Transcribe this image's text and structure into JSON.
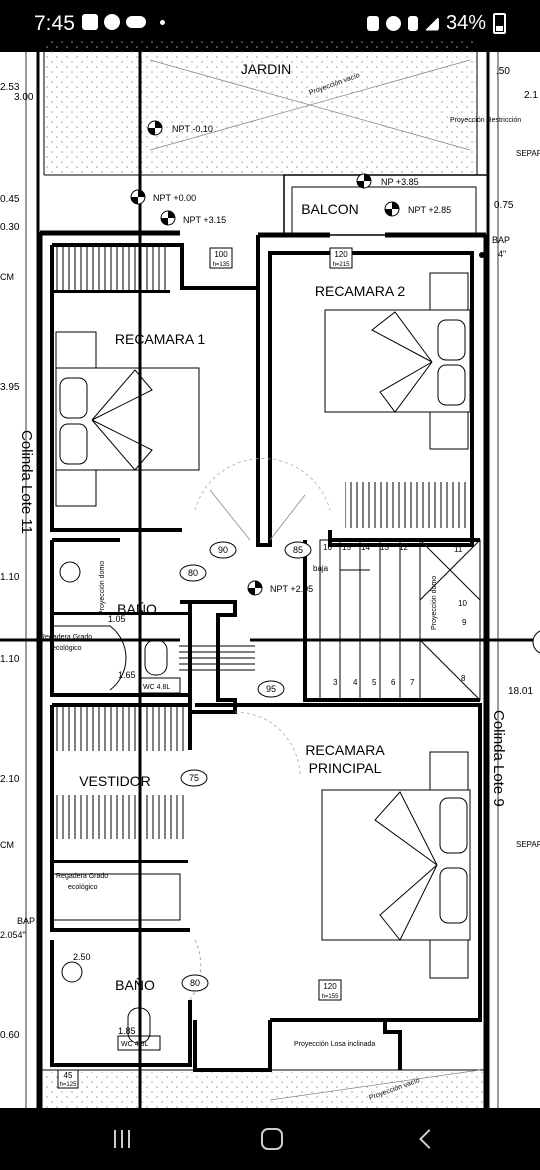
{
  "status": {
    "time": "7:45",
    "battery": "34%"
  },
  "rooms": {
    "jardin": "JARDIN",
    "balcon": "BALCON",
    "recamara1": "RECAMARA 1",
    "recamara2": "RECAMARA 2",
    "bano1": "BAÑO",
    "bano2": "BAÑO",
    "vestidor": "VESTIDOR",
    "principal_line1": "RECAMARA",
    "principal_line2": "PRINCIPAL"
  },
  "levels": {
    "npt_m010": "NPT -0.10",
    "npt_000": "NPT +0.00",
    "npt_315": "NPT +3.15",
    "np_385": "NP +3.85",
    "npt_285": "NPT +2.85",
    "npt_295": "NPT +2.95"
  },
  "notes": {
    "proy_vacio_top": "Proyección vacío",
    "proy_restriccion": "Proyección Restricción",
    "proy_domo_left": "Proyección domo",
    "proy_domo_right": "Proyección domo",
    "regadera1_a": "Regadera Grado",
    "regadera1_b": "ecológico",
    "regadera2_a": "Regadera Grado",
    "regadera2_b": "ecológico",
    "wc1": "WC 4.8L",
    "wc2": "WC 4.8L",
    "proy_losa": "Proyección Losa inclinada",
    "proy_vacio_bottom": "Proyección vacío",
    "baja": "baja",
    "colinda_left": "Colinda Lote 11",
    "colinda_right": "Colinda Lote 9",
    "separ_top": "SEPAR",
    "separ_mid": "SEPAR",
    "bap_top": "BAP",
    "bap_top_size": "4\"",
    "bap_left": "BAP",
    "bap_left_size": "2.054\""
  },
  "windows": {
    "w100": "100",
    "w100_h": "h=135",
    "w120a": "120",
    "w120a_h": "h=215",
    "w120b": "120",
    "w120b_h": "h=155",
    "w45": "45",
    "w45_h": "h=125"
  },
  "doors": {
    "d90": "90",
    "d85": "85",
    "d80a": "80",
    "d95": "95",
    "d75": "75",
    "d80b": "80"
  },
  "stairs": {
    "top": [
      "16",
      "15",
      "14",
      "13",
      "12"
    ],
    "bottom": [
      "3",
      "4",
      "5",
      "6",
      "7"
    ],
    "right": [
      "11",
      "10",
      "9",
      "8"
    ]
  },
  "dims": {
    "l253": "2.53",
    "l300": "3.00",
    "l045": "0.45",
    "l030": "0.30",
    "l395": "3.95",
    "l110a": "1.10",
    "l110b": "1.10",
    "l210": "2.10",
    "l060": "0.60",
    "lcm1": "CM",
    "lcm2": "CM",
    "r150": ".50",
    "r21": "2.1",
    "r075": "0.75",
    "r1801": "18.01",
    "i105": "1.05",
    "i165": "1.65",
    "i250": "2.50",
    "i185": "1.85"
  }
}
